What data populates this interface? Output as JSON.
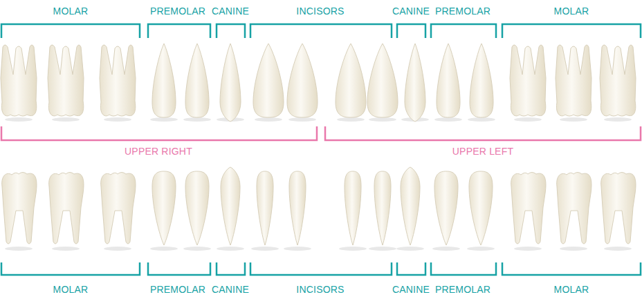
{
  "diagram": {
    "labels": [
      "MOLAR",
      "PREMOLAR",
      "CANINE",
      "INCISORS",
      "CANINE",
      "PREMOLAR",
      "MOLAR",
      "UPPER RIGHT",
      "UPPER LEFT",
      "MOLAR",
      "PREMOLAR",
      "CANINE",
      "INCISORS",
      "CANINE",
      "PREMOLAR",
      "MOLAR"
    ]
  }
}
